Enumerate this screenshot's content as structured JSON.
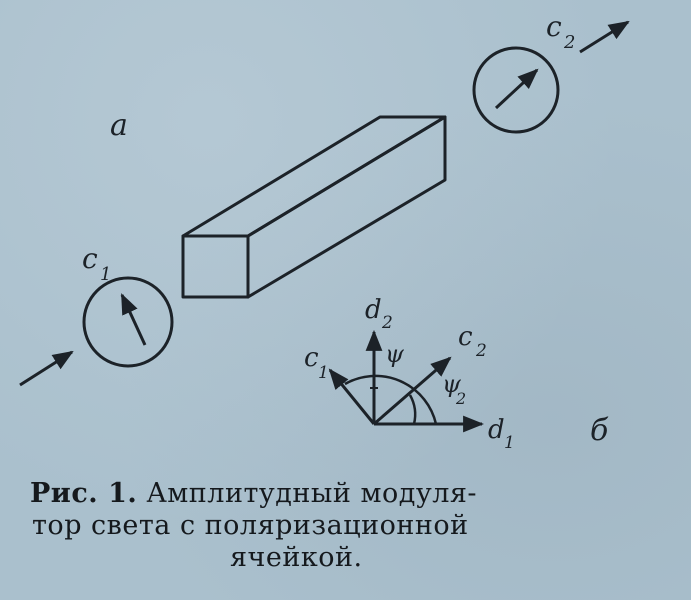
{
  "figure": {
    "label_a": "а",
    "label_b": "б",
    "c1_label": "c",
    "c1_sub": "1",
    "c2_label": "c",
    "c2_sub": "2",
    "vector_c1_label": "c",
    "vector_c1_sub": "1",
    "vector_c2_label": "c",
    "vector_c2_sub": "2",
    "vector_d1_label": "d",
    "vector_d1_sub": "1",
    "vector_d2_label": "d",
    "vector_d2_sub": "2",
    "angle_psi": "ψ",
    "angle_psi2": "ψ",
    "angle_psi2_sub": "2"
  },
  "caption": {
    "prefix": "Рис. 1.",
    "line1_rest": " Амплитудный модуля-",
    "line2": "тор света с поляризационной",
    "line3": "ячейкой."
  }
}
